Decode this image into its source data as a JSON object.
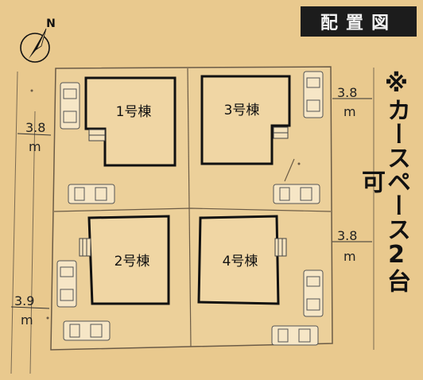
{
  "title": "配置図",
  "note": "※カースペース2台可",
  "compass": {
    "label": "N"
  },
  "buildings": [
    {
      "id": "b1",
      "label": "1号棟"
    },
    {
      "id": "b3",
      "label": "3号棟"
    },
    {
      "id": "b2",
      "label": "2号棟"
    },
    {
      "id": "b4",
      "label": "4号棟"
    }
  ],
  "road_widths": [
    {
      "id": "left-upper",
      "value": "3.8",
      "unit": "m"
    },
    {
      "id": "right-upper",
      "value": "3.8",
      "unit": "m"
    },
    {
      "id": "right-lower",
      "value": "3.8",
      "unit": "m"
    },
    {
      "id": "left-lower",
      "value": "3.9",
      "unit": "m"
    }
  ]
}
